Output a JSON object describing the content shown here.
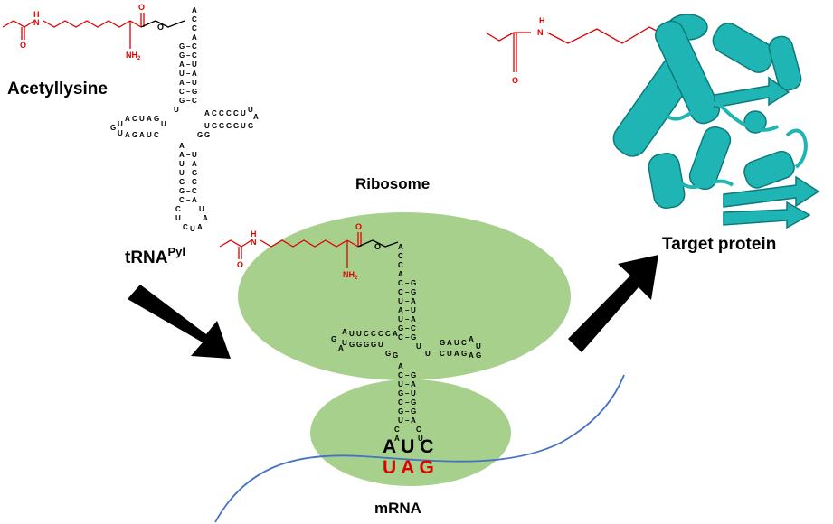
{
  "labels": {
    "acetyllysine": "Acetyllysine",
    "trna_base": "tRNA",
    "trna_sup": "Pyl",
    "ribosome": "Ribosome",
    "mrna": "mRNA",
    "target_protein": "Target protein",
    "anticodon": "A U C",
    "codon": "U A G"
  },
  "atoms": {
    "oxygen": "O",
    "nitrogen_h": "H",
    "nitrogen": "N",
    "amine": "NH",
    "amine_sub": "2"
  },
  "colors": {
    "molecule": "#e00000",
    "ribosome": "#a8d08d",
    "mrna": "#4472c4",
    "protein": "#1fb5b5",
    "arrow": "#000000",
    "codon": "#e00000"
  }
}
